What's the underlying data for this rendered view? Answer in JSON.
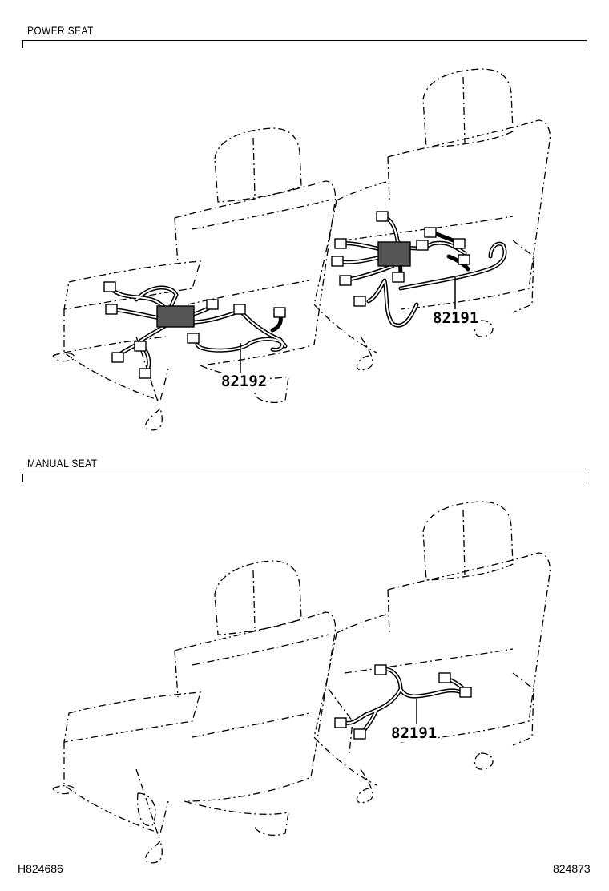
{
  "sections": {
    "power": {
      "label": "POWER SEAT"
    },
    "manual": {
      "label": "MANUAL SEAT"
    }
  },
  "parts": {
    "power_left": "82192",
    "power_right": "82191",
    "manual_right": "82191"
  },
  "footer": {
    "left_code": "H824686",
    "right_code": "824873"
  }
}
